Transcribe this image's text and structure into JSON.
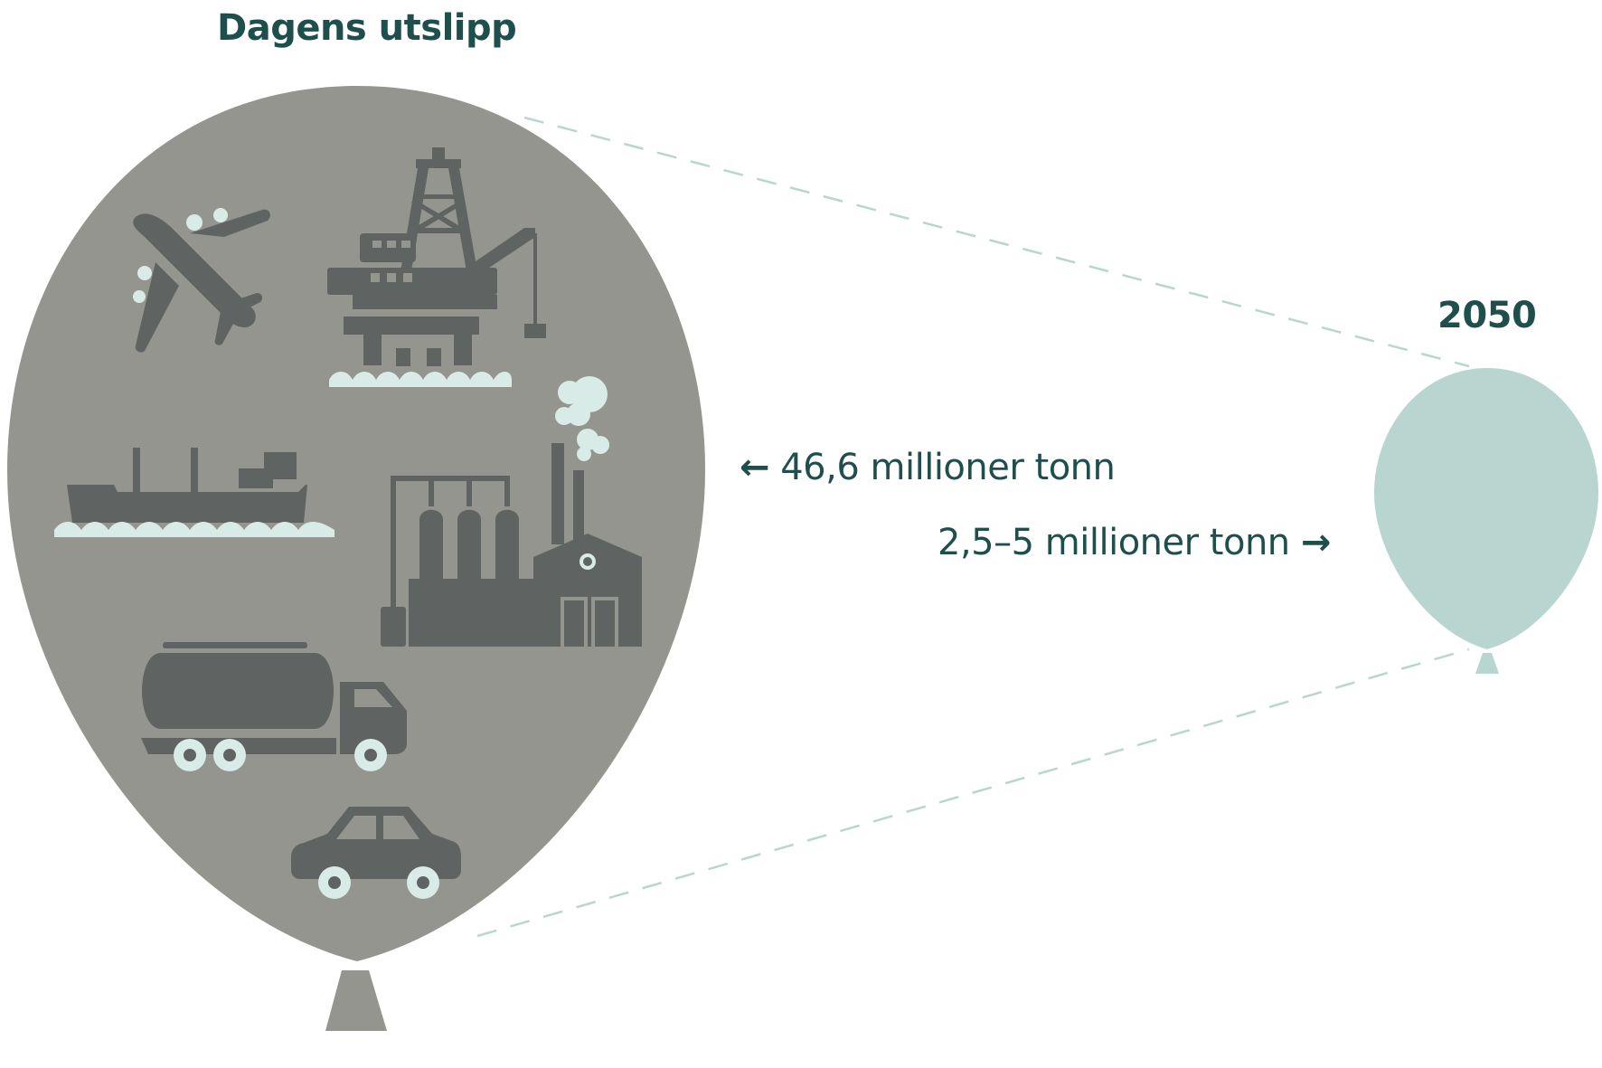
{
  "today": {
    "title": "Dagens utslipp",
    "value_label": "46,6 millioner tonn",
    "arrow": "←"
  },
  "future": {
    "title": "2050",
    "value_label": "2,5–5 millioner tonn",
    "arrow": "→"
  },
  "icons": [
    "airplane-icon",
    "oil-platform-icon",
    "cargo-ship-icon",
    "factory-icon",
    "tanker-truck-icon",
    "car-icon"
  ],
  "colors": {
    "today_balloon": "#95958f",
    "future_balloon": "#b8d6cf",
    "icon_dark": "#5f6463",
    "icon_light": "#d8ebe6",
    "text": "#1f4f4c",
    "dashed_line": "#b8d6cf"
  }
}
